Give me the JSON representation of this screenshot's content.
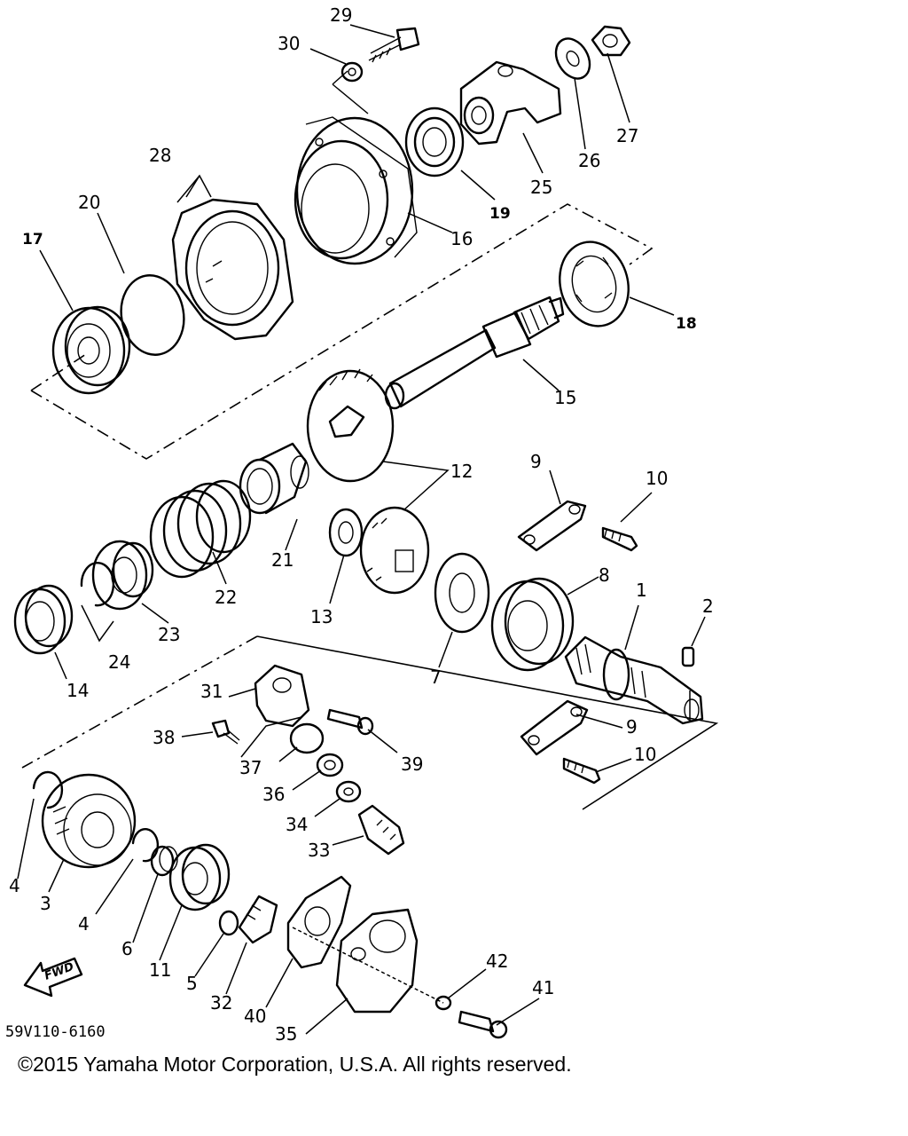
{
  "diagram": {
    "drawing_code": "59V110-6160",
    "direction_label": "FWD",
    "copyright": "©2015 Yamaha Motor Corporation, U.S.A. All rights reserved.",
    "callouts": {
      "c1": "1",
      "c2": "2",
      "c3": "3",
      "c4a": "4",
      "c4b": "4",
      "c5": "5",
      "c6": "6",
      "c7": "7",
      "c8": "8",
      "c9a": "9",
      "c9b": "9",
      "c10a": "10",
      "c10b": "10",
      "c11": "11",
      "c12": "12",
      "c13": "13",
      "c14": "14",
      "c15": "15",
      "c16": "16",
      "c17": "17",
      "c18": "18",
      "c19": "19",
      "c20": "20",
      "c21": "21",
      "c22": "22",
      "c23": "23",
      "c24": "24",
      "c25": "25",
      "c26": "26",
      "c27": "27",
      "c28": "28",
      "c29": "29",
      "c30": "30",
      "c31": "31",
      "c32": "32",
      "c33": "33",
      "c34": "34",
      "c35": "35",
      "c36": "36",
      "c37": "37",
      "c38": "38",
      "c39": "39",
      "c40": "40",
      "c41": "41",
      "c42": "42"
    }
  }
}
